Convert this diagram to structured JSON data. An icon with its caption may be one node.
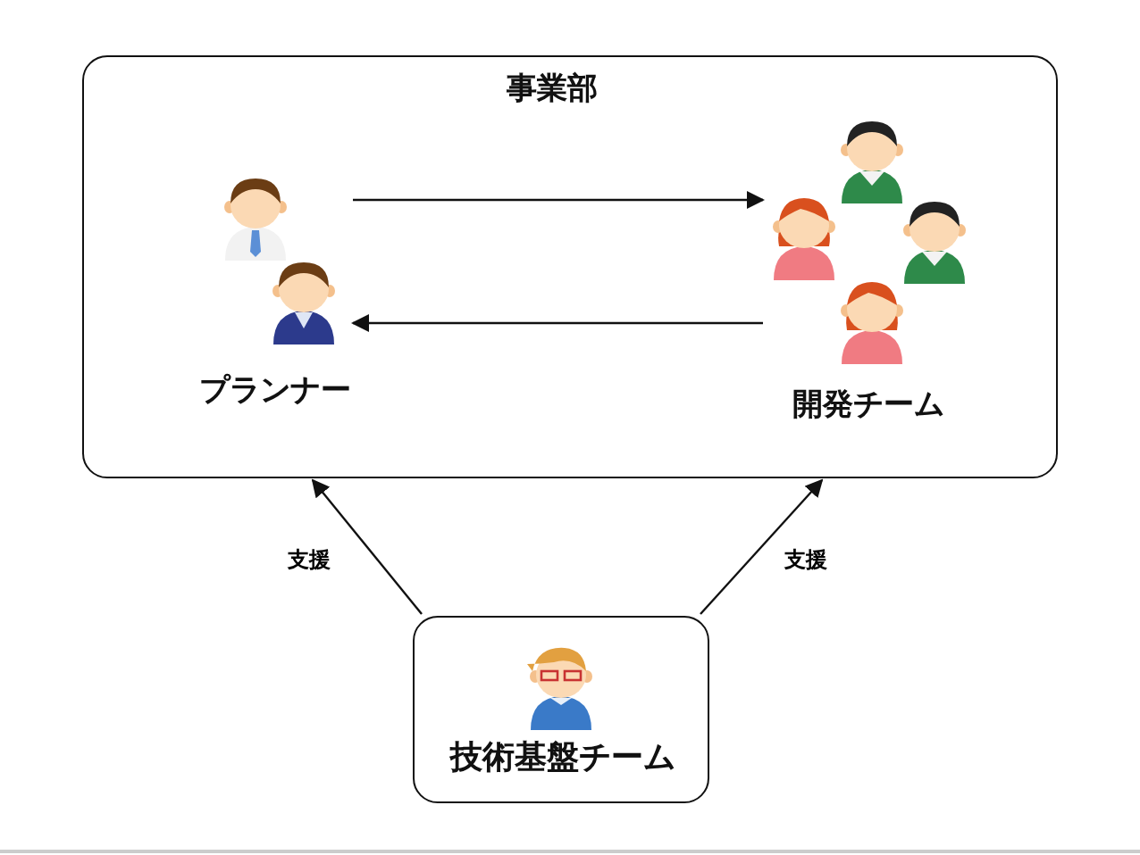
{
  "diagram": {
    "nodes": [
      {
        "text": [
          "事業部"
        ]
      },
      {
        "text": [
          "プランナー"
        ],
        "in": 0
      },
      {
        "text": [
          "開発チーム"
        ],
        "in": 0
      },
      {
        "text": [
          "技術基盤チーム"
        ]
      }
    ],
    "edges": [
      {
        "from": 1,
        "to": 2,
        "arrow": "to"
      },
      {
        "from": 2,
        "to": 1,
        "arrow": "to"
      },
      {
        "from": 3,
        "to": 0,
        "arrow": "to",
        "label": "支援"
      },
      {
        "from": 3,
        "to": 0,
        "arrow": "to",
        "label": "支援"
      }
    ]
  }
}
